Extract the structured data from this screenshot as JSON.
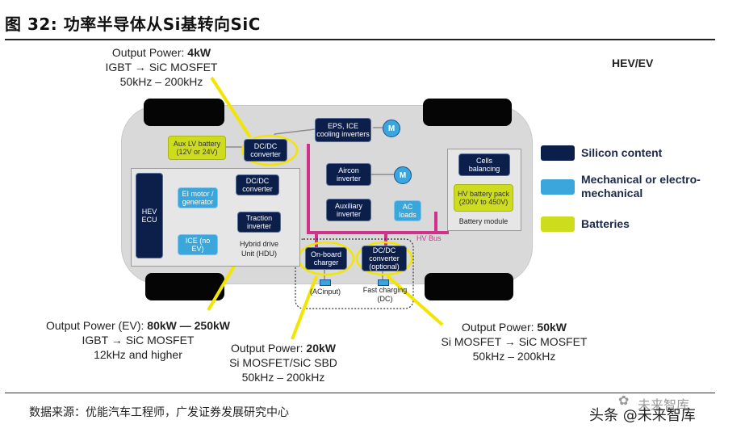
{
  "title": "图  32:  功率半导体从Si基转向SiC",
  "corner_label": "HEV/EV",
  "boxes": {
    "aux_lv_battery": "Aux LV battery (12V or 24V)",
    "dcdc_top": "DC/DC converter",
    "eps_ice": "EPS, ICE cooling inverters",
    "hev_ecu": "HEV ECU",
    "dcdc_mid": "DC/DC converter",
    "em_motor": "EI motor / generator",
    "traction_inverter": "Traction inverter",
    "ice": "ICE (no EV)",
    "hdu_caption": "Hybrid drive Unit (HDU)",
    "aircon_inverter": "Aircon inverter",
    "auxiliary_inverter": "Auxiliary inverter",
    "ac_loads": "AC loads",
    "cells_balancing": "Cells balancing",
    "hv_battery_pack": "HV battery pack (200V to 450V)",
    "battery_module": "Battery module",
    "onboard_charger": "On-board charger",
    "dcdc_optional": "DC/DC converter (optional)",
    "ac_input": "(ACinput)",
    "fast_charging": "Fast charging (DC)",
    "hv_bus": "HV Bus",
    "motor_symbol": "M"
  },
  "callouts": {
    "top": {
      "line1_prefix": "Output Power: ",
      "line1_value": "4kW",
      "line2": "IGBT → SiC MOSFET",
      "line3": "50kHz – 200kHz"
    },
    "left": {
      "line1_prefix": "Output Power (EV): ",
      "line1_value": "80kW — 250kW",
      "line2": "IGBT → SiC MOSFET",
      "line3": "12kHz and higher"
    },
    "middle": {
      "line1_prefix": "Output Power: ",
      "line1_value": "20kW",
      "line2": "Si MOSFET/SiC SBD",
      "line3": "50kHz – 200kHz"
    },
    "right": {
      "line1_prefix": "Output Power: ",
      "line1_value": "50kW",
      "line2": "Si MOSFET → SiC MOSFET",
      "line3": "50kHz – 200kHz"
    }
  },
  "legend": [
    {
      "label": "Silicon content",
      "color": "#0c1e4a"
    },
    {
      "label": "Mechanical or electro-mechanical",
      "color": "#3aa6dc"
    },
    {
      "label": "Batteries",
      "color": "#cddc1c"
    }
  ],
  "source": "数据来源：优能汽车工程师，广发证券发展研究中心",
  "watermark": "头条 @未来智库",
  "watermark_ghost": "未来智库",
  "colors": {
    "callout_line": "#f2e600",
    "hv_bus": "#d0318a",
    "silicon": "#0c1e4a",
    "mechanical": "#3aa6dc",
    "battery": "#cddc1c"
  }
}
